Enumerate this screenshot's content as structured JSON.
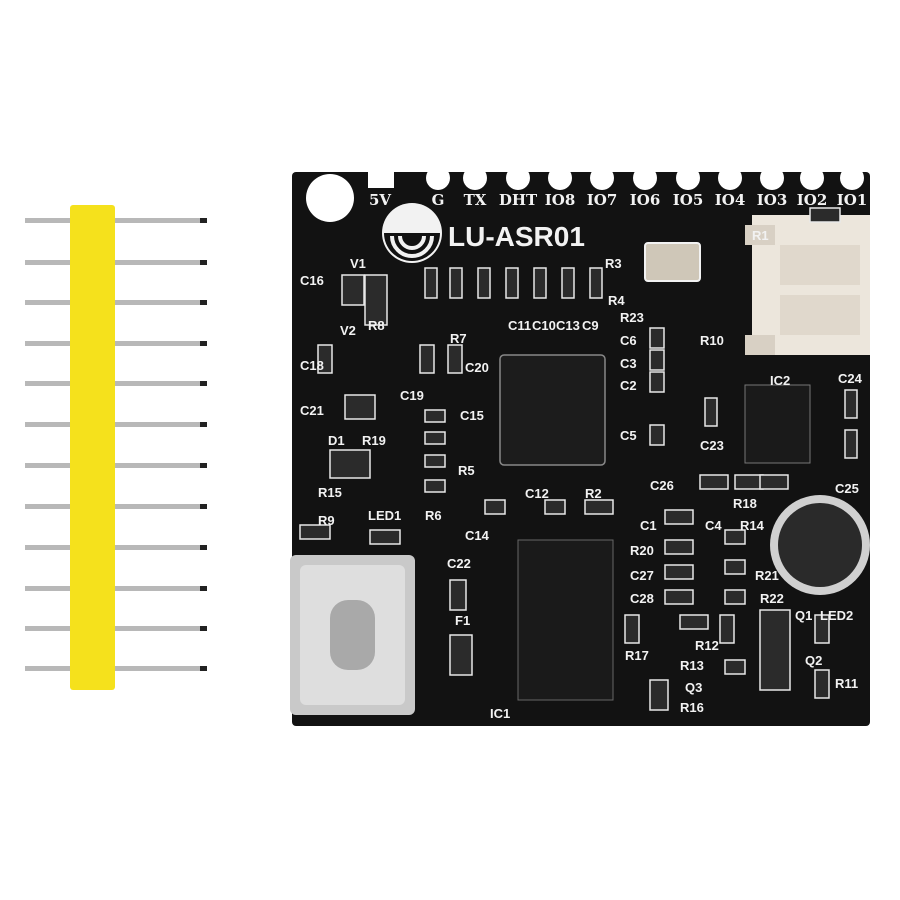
{
  "board": {
    "model": "LU-ASR01",
    "pin_labels": [
      "5V",
      "G",
      "TX",
      "DHT",
      "IO8",
      "IO7",
      "IO6",
      "IO5",
      "IO4",
      "IO3",
      "IO2",
      "IO1"
    ],
    "silkscreen": [
      "V1",
      "C16",
      "R8",
      "V2",
      "C18",
      "C20",
      "R7",
      "C19",
      "C21",
      "D1",
      "R19",
      "C15",
      "R5",
      "R15",
      "LED1",
      "R6",
      "R9",
      "C11",
      "C10",
      "C13",
      "C9",
      "R23",
      "C6",
      "C3",
      "C2",
      "C5",
      "R10",
      "IC2",
      "C24",
      "C23",
      "C25",
      "C26",
      "R18",
      "C12",
      "R2",
      "C14",
      "C22",
      "C1",
      "C4",
      "R14",
      "R20",
      "C27",
      "C28",
      "R21",
      "R22",
      "F1",
      "R17",
      "R12",
      "R13",
      "Q3",
      "R16",
      "Q1",
      "Q2",
      "LED2",
      "R11",
      "IC1",
      "R1",
      "R3",
      "R4"
    ],
    "colors": {
      "pcb": "#121212",
      "silkscreen": "#f2f2f2",
      "header_plastic": "#f5e11c",
      "pins": "#b8b8b8",
      "connector": "#ece6dc"
    }
  },
  "pin_header": {
    "pin_count": 12
  }
}
